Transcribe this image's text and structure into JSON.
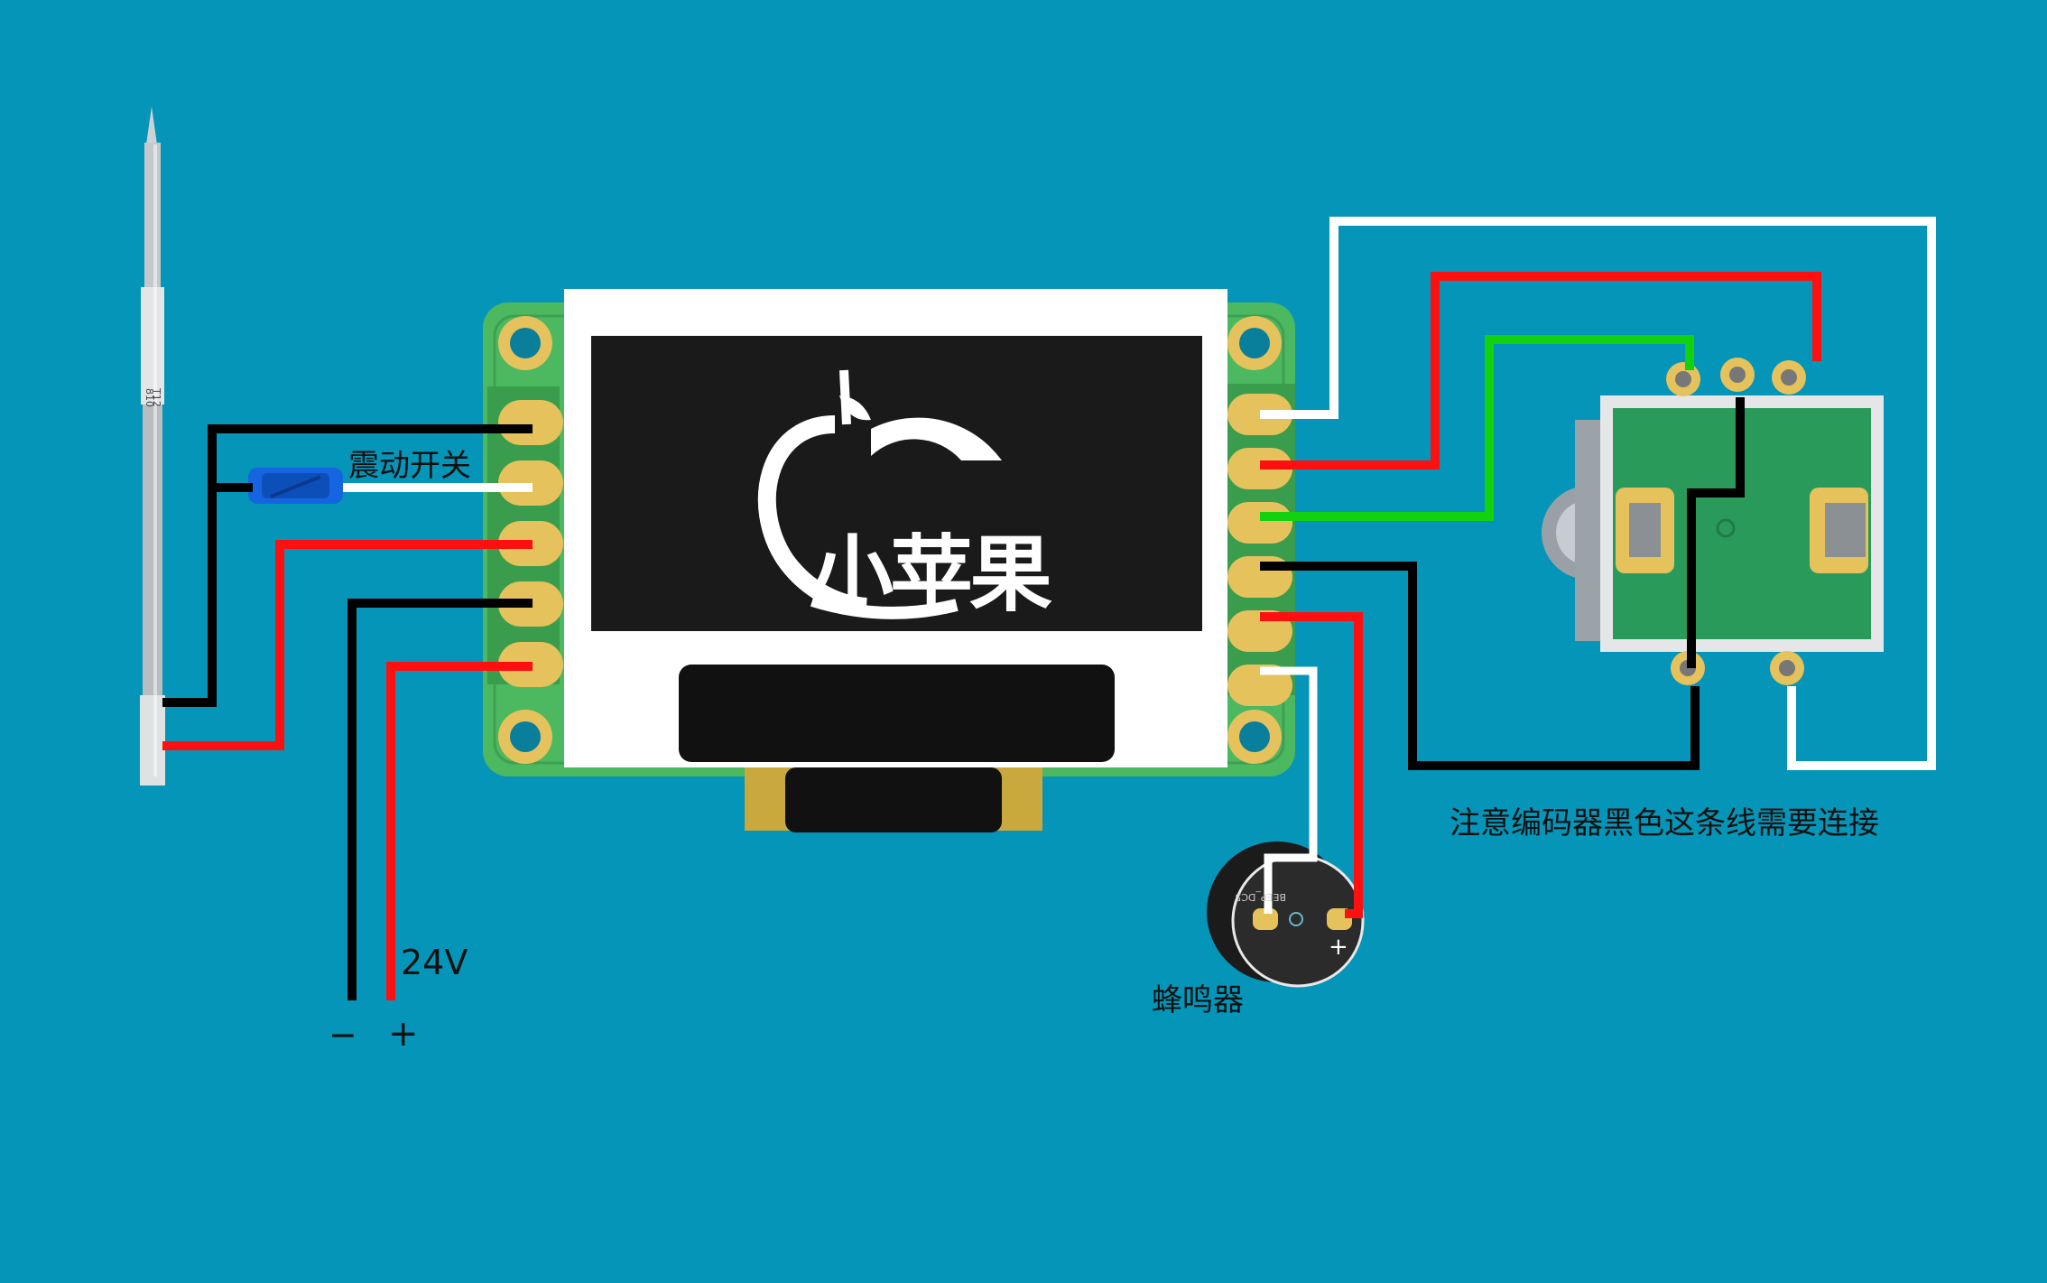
{
  "labels": {
    "vibration_switch": "震动开关",
    "voltage": "24V",
    "minus": "−",
    "plus": "+",
    "buzzer": "蜂鸣器",
    "encoder_note": "注意编码器黑色这条线需要连接",
    "buzzer_plus": "+"
  },
  "oled": {
    "logo_text": "小苹果"
  },
  "tip": {
    "marking_1": "T12",
    "marking_2": "810"
  },
  "buzzer_part": {
    "marking": "BEEP_DC5"
  },
  "colors": {
    "background": "#0595b8",
    "pcb": "#4cb860",
    "pad": "#e6c25c",
    "wire_red": "#ff1010",
    "wire_black": "#000000",
    "wire_white": "#ffffff",
    "wire_green": "#12d10f",
    "switch_blue": "#1565e0"
  }
}
